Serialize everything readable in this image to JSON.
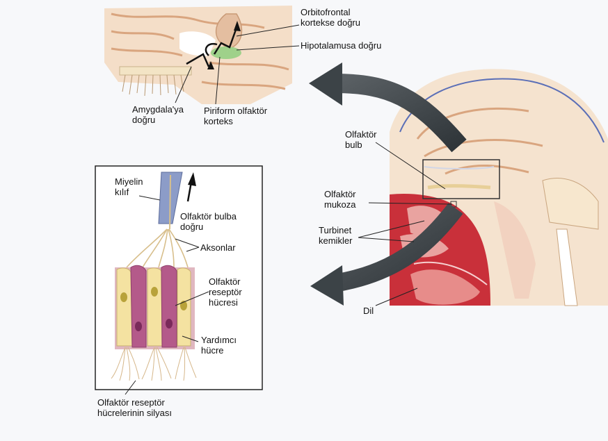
{
  "labels": {
    "orbitofrontal": [
      "Orbitofrontal",
      "kortekse doğru"
    ],
    "hipotalamus": "Hipotalamusa doğru",
    "amygdala": [
      "Amygdala'ya",
      "doğru"
    ],
    "piriform": [
      "Piriform olfaktör",
      "korteks"
    ],
    "olfaktor_bulb": [
      "Olfaktör",
      "bulb"
    ],
    "olfaktor_mukoza": [
      "Olfaktör",
      "mukoza"
    ],
    "turbinet": [
      "Turbinet",
      "kemikler"
    ],
    "dil": "Dil",
    "miyelin": [
      "Miyelin",
      "kılıf"
    ],
    "bulba_dogru": [
      "Olfaktör bulba",
      "doğru"
    ],
    "aksonlar": "Aksonlar",
    "reseptor_hucresi": [
      "Olfaktör",
      "reseptör",
      "hücresi"
    ],
    "yardimci_hucre": [
      "Yardımcı",
      "hücre"
    ],
    "silya": [
      "Olfaktör reseptör",
      "hücrelerinin silyası"
    ]
  },
  "colors": {
    "brain": "#f1d9c2",
    "brain_fold": "#d9a57f",
    "tissue_red": "#c9303a",
    "tissue_pink": "#e9a3a0",
    "arrow_dark": "#3c4347",
    "piriform_green": "#9fd18a",
    "receptor_purple": "#b45a8a",
    "support_yellow": "#f4e2a1",
    "myelin_blue": "#8c9cc8"
  }
}
